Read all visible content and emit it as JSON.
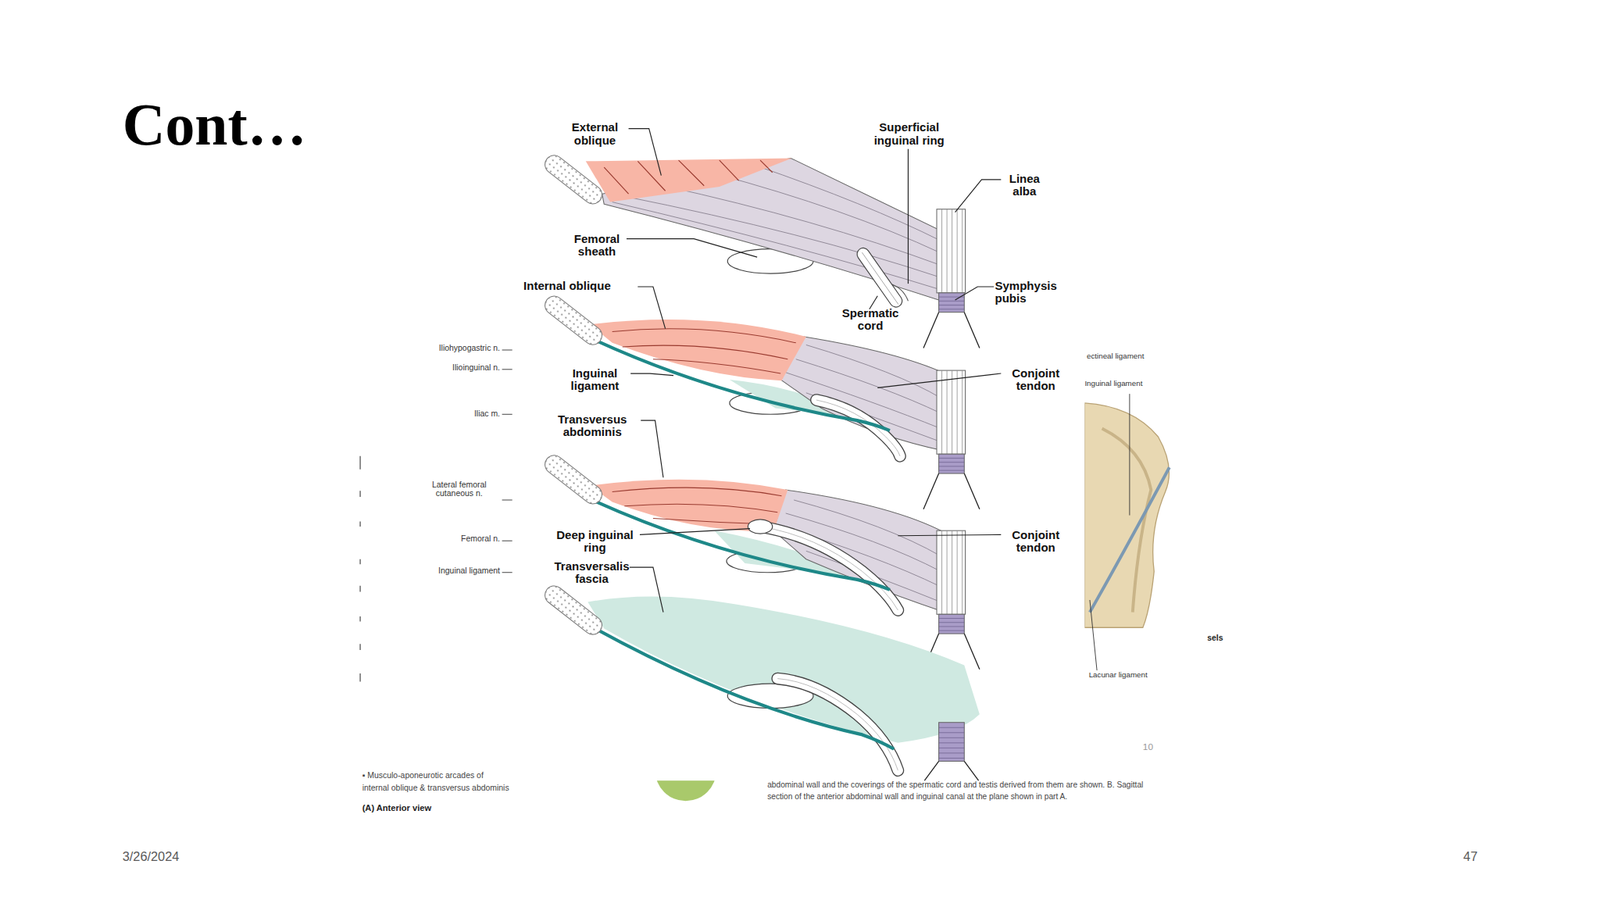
{
  "diagram": {
    "title": "Cont…",
    "labels": [
      "External oblique",
      "Superficial inguinal ring",
      "Linea alba",
      "Femoral sheath",
      "Symphysis pubis",
      "Spermatic cord",
      "Internal oblique",
      "Iliohypogastric n.",
      "ectineal ligament",
      "Ilioinguinal n.",
      "Inguinal ligament",
      "Conjoint tendon",
      "Inguinal ligament",
      "Iliac m.",
      "Transversus abdominis",
      "Lateral femoral cutaneous n.",
      "Deep inguinal ring",
      "Conjoint tendon",
      "Femoral n.",
      "Inguinal ligament",
      "Transversalis fascia",
      "sels",
      "Lacunar ligament",
      "10",
      "▪ Musculo-aponeurotic arcades of",
      "internal oblique & transversus abdominis",
      "(A) Anterior view",
      "abdominal wall and the coverings of the spermatic cord and testis derived from them are shown. B. Sagittal section of the anterior abdominal wall and inguinal canal at the plane shown in part A.",
      "3/26/2024",
      "47"
    ]
  }
}
